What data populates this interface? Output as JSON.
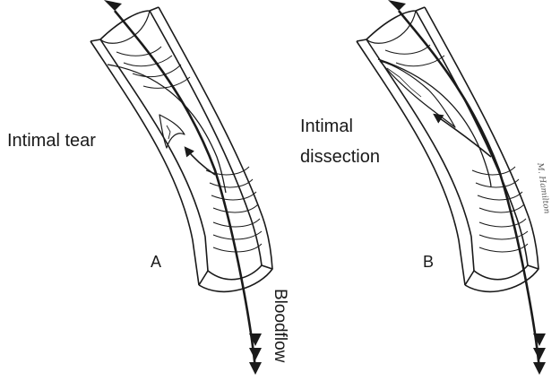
{
  "panels": [
    {
      "letter": "A",
      "label_lines": [
        "Intimal tear"
      ]
    },
    {
      "letter": "B",
      "label_lines": [
        "Intimal",
        "dissection"
      ]
    }
  ],
  "flow_label": "Bloodflow",
  "signature": "M. Hamilton",
  "colors": {
    "ink": "#1a1a1a",
    "background": "#ffffff"
  }
}
